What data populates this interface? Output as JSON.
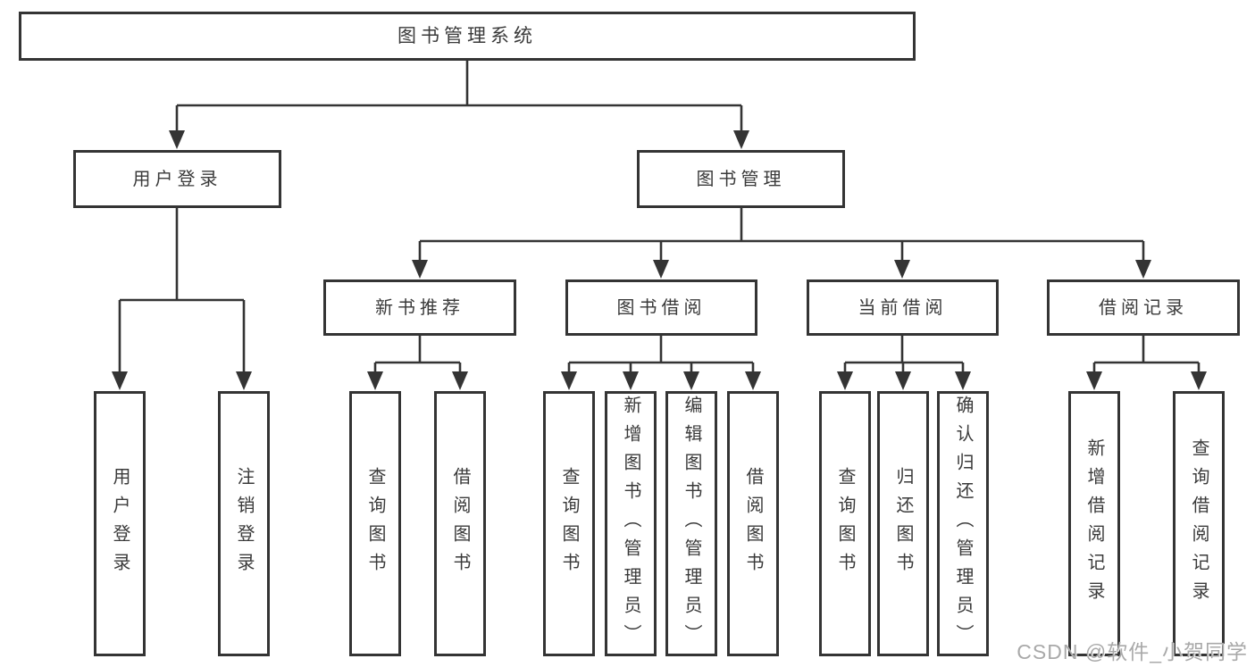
{
  "diagram": {
    "root": {
      "label": "图书管理系统",
      "children": [
        {
          "label": "用户登录",
          "children": [
            {
              "label": "用户登录"
            },
            {
              "label": "注销登录"
            }
          ]
        },
        {
          "label": "图书管理",
          "children": [
            {
              "label": "新书推荐",
              "children": [
                {
                  "label": "查询图书"
                },
                {
                  "label": "借阅图书"
                }
              ]
            },
            {
              "label": "图书借阅",
              "children": [
                {
                  "label": "查询图书"
                },
                {
                  "label": "新增图书（管理员）"
                },
                {
                  "label": "编辑图书（管理员）"
                },
                {
                  "label": "借阅图书"
                }
              ]
            },
            {
              "label": "当前借阅",
              "children": [
                {
                  "label": "查询图书"
                },
                {
                  "label": "归还图书"
                },
                {
                  "label": "确认归还（管理员）"
                }
              ]
            },
            {
              "label": "借阅记录",
              "children": [
                {
                  "label": "新增借阅记录"
                },
                {
                  "label": "查询借阅记录"
                }
              ]
            }
          ]
        }
      ]
    }
  },
  "watermark": "CSDN @软件_小贺同学",
  "colors": {
    "line": "#343434",
    "text": "#3a3a3a",
    "box_fill": "#ffffff",
    "background": "#ffffff",
    "watermark": "#a9a9a9"
  }
}
